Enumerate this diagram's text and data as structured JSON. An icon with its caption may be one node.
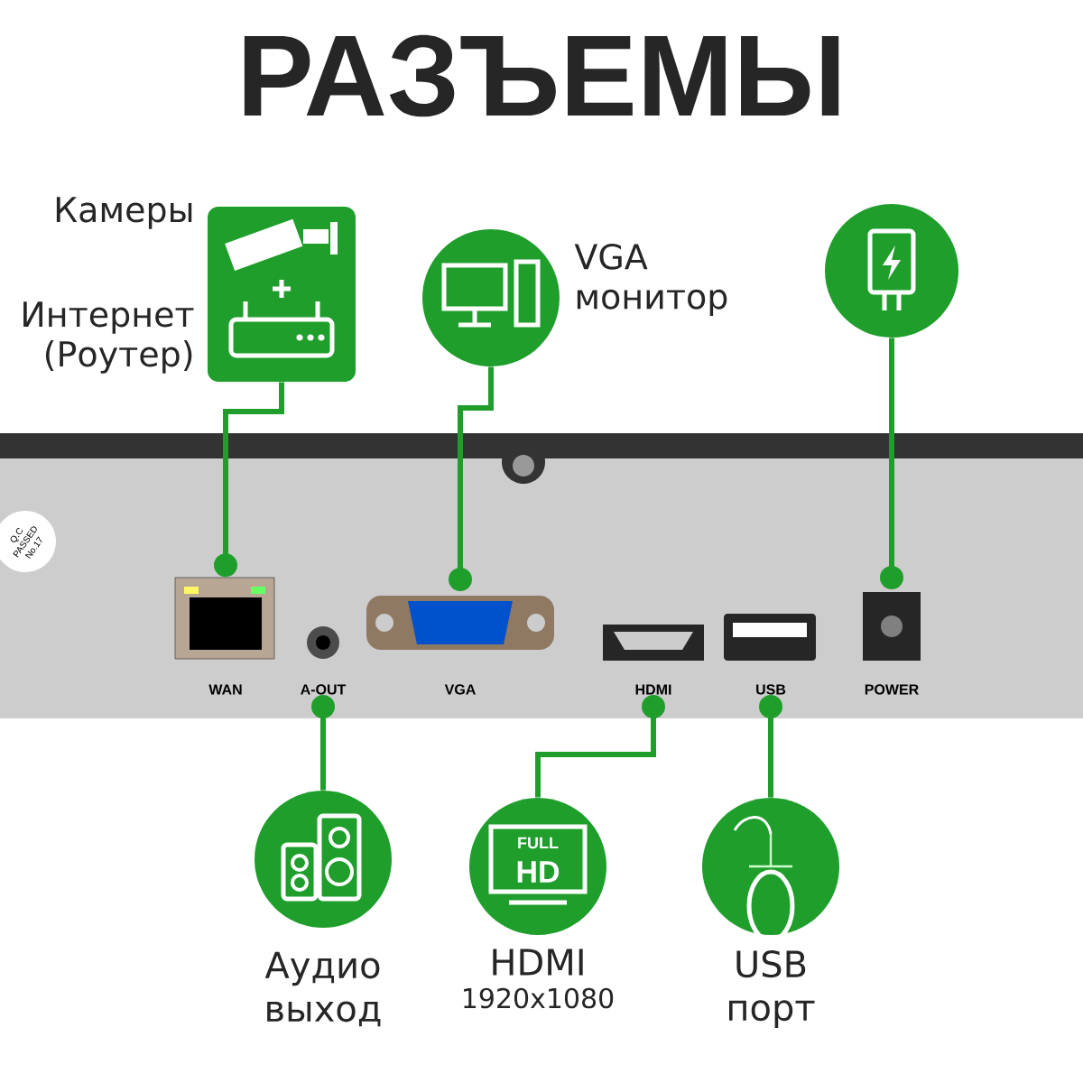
{
  "diagram": {
    "title": "РАЗЪЕМЫ",
    "nodes": [
      {
        "text": [],
        "shape": "box",
        "beside": [
          "Камеры",
          "Интернет (Роутер)"
        ]
      },
      {
        "text": [],
        "shape": "circle",
        "beside": [
          "VGA монитор"
        ]
      },
      {
        "text": [],
        "shape": "circle"
      },
      {
        "text": [],
        "shape": "circle",
        "beside": [
          "Аудио выход"
        ]
      },
      {
        "text": [],
        "shape": "circle",
        "beside": [
          "HDMI",
          "1920x1080"
        ]
      },
      {
        "text": [],
        "shape": "circle",
        "beside": [
          "USB порт"
        ]
      },
      {
        "text": [
          "WAN"
        ]
      },
      {
        "text": [
          "A-OUT"
        ]
      },
      {
        "text": [
          "VGA"
        ]
      },
      {
        "text": [
          "HDMI"
        ]
      },
      {
        "text": [
          "USB"
        ]
      },
      {
        "text": [
          "POWER"
        ]
      }
    ],
    "edges": [
      {
        "from": 0,
        "to": 6,
        "arrow": "other"
      },
      {
        "from": 1,
        "to": 8,
        "arrow": "other"
      },
      {
        "from": 2,
        "to": 11,
        "arrow": "other"
      },
      {
        "from": 3,
        "to": 7,
        "arrow": "other"
      },
      {
        "from": 4,
        "to": 9,
        "arrow": "other"
      },
      {
        "from": 5,
        "to": 10,
        "arrow": "other"
      }
    ],
    "labels": [
      "Q.C",
      "PASSED",
      "No.17",
      "FULL",
      "HD"
    ]
  }
}
